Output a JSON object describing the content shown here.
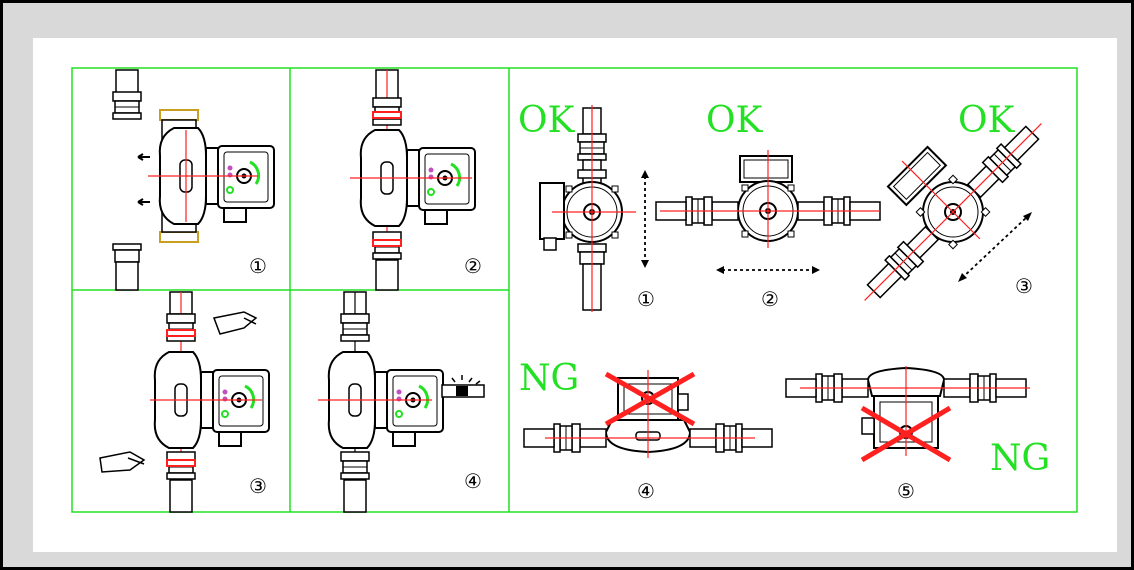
{
  "colors": {
    "frame_border": "#000000",
    "background": "#d9d9d9",
    "panel_border": "#22e022",
    "label_green": "#22e022",
    "axis_red": "#ff2020",
    "cross_red": "#ff2020",
    "drawing": "#000000"
  },
  "steps": [
    {
      "number": "①"
    },
    {
      "number": "②"
    },
    {
      "number": "③"
    },
    {
      "number": "④"
    }
  ],
  "orientations": [
    {
      "status": "OK",
      "number": "①"
    },
    {
      "status": "OK",
      "number": "②"
    },
    {
      "status": "OK",
      "number": "③"
    },
    {
      "status": "NG",
      "number": "④"
    },
    {
      "status": "NG",
      "number": "⑤"
    }
  ]
}
